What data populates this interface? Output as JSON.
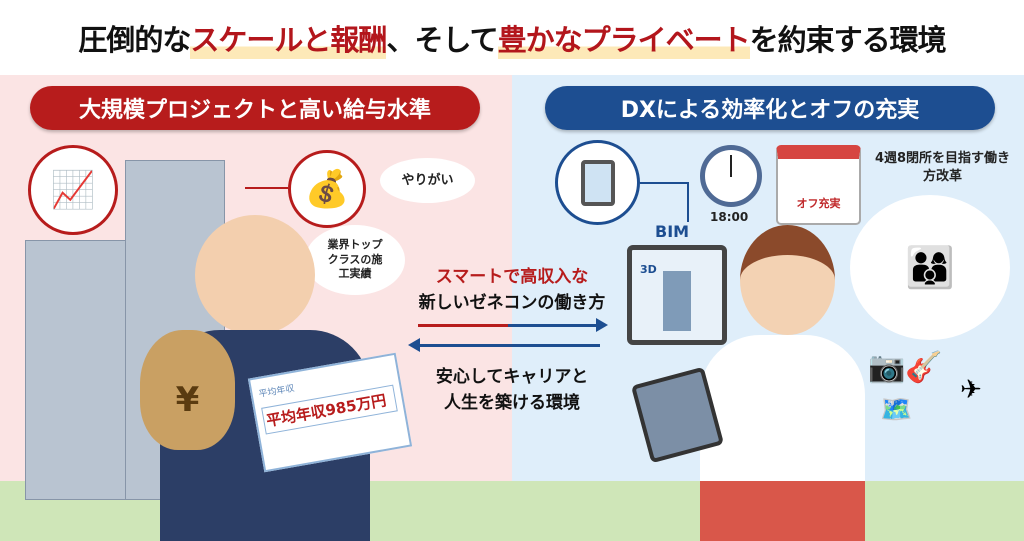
{
  "title": {
    "p1": "圧倒的な",
    "p2": "スケールと",
    "p3": "報酬",
    "p4": "、そして",
    "p5": "豊かなプライベート",
    "p6": "を約束する環境"
  },
  "left": {
    "heading": "大規模プロジェクトと高い給与水準",
    "bubble1": "やりがい",
    "bubble2": "業界トップクラスの施工実績",
    "card_label": "平均年収",
    "card_value": "平均年収985万円"
  },
  "center": {
    "line1": "スマートで高収入な",
    "line2": "新しいゼネコンの働き方",
    "line3": "安心してキャリアと",
    "line4": "人生を築ける環境"
  },
  "right": {
    "heading": "DXによる効率化とオフの充実",
    "clock_time": "18:00",
    "calendar_label": "オフ充実",
    "reform_text": "4週8閉所を目指す働き方改革",
    "bim_label": "BIM",
    "bim_3d": "3D"
  },
  "colors": {
    "red": "#b71c1c",
    "blue": "#1d4e91",
    "pink_bg": "#fbe4e4",
    "blue_bg": "#dfeefa"
  }
}
